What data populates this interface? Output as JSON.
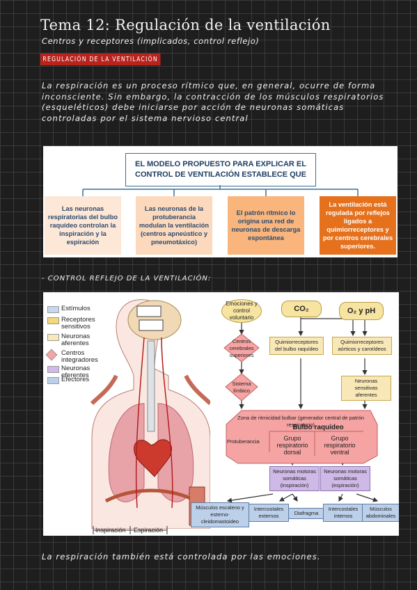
{
  "title": "Tema 12: Regulación de la ventilación",
  "subtitle": "Centros y receptores (implicados, control reflejo)",
  "section1": "REGULACIÓN DE LA VENTILACIÓN",
  "paragraph1": "La respiración es un proceso rítmico que, en general, ocurre de forma inconsciente. Sin embargo, la contracción de los músculos respiratorios (esqueléticos) debe iniciarse por acción de neuronas somáticas controladas por el sistema nervioso central",
  "model": {
    "header": "EL MODELO PROPUESTO PARA EXPLICAR EL CONTROL DE VENTILACIÓN ESTABLECE QUE",
    "boxes": [
      {
        "text": "Las neuronas respiratorias del bulbo raquídeo controlan la inspiración y la espiración",
        "bg": "#fde7d6",
        "fg": "#2c4a6e"
      },
      {
        "text": "Las neuronas de la protuberancia modulan la ventilación (centros apneústico y pneumotáxico)",
        "bg": "#fcd9bd",
        "fg": "#2c4a6e"
      },
      {
        "text": "El patrón rítmico lo origina una red de neuronas de descarga espontánea",
        "bg": "#f9b57c",
        "fg": "#2c4a6e"
      },
      {
        "text": "La ventilación está regulada por reflejos ligados a quimiorreceptores y por centros cerebrales superiores.",
        "bg": "#e5711d",
        "fg": "#ffffff"
      }
    ],
    "colors": {
      "line": "#3a6d96"
    }
  },
  "section2": "- CONTROL REFLEJO DE LA VENTILACIÓN:",
  "figure": {
    "legend": [
      {
        "label": "Estímulos",
        "color": "#c8d8ec"
      },
      {
        "label": "Receptores sensitivos",
        "color": "#f3d778"
      },
      {
        "label": "Neuronas aferentes",
        "color": "#f8e9b8"
      },
      {
        "label": "Centros integradores",
        "color": "#f5a3a3"
      },
      {
        "label": "Neuronas eferentes",
        "color": "#cfb9e6"
      },
      {
        "label": "Efectores",
        "color": "#bcd0ea"
      }
    ],
    "stimuli": [
      "Emociones y control voluntario",
      "CO₂",
      "O₂ y pH"
    ],
    "receptors": [
      "Quimiorreceptores del bulbo raquídeo",
      "Quimiorreceptores aórticos y carotídeos"
    ],
    "centers": [
      "Centros cerebrales superiores",
      "Sistema límbico"
    ],
    "afferent": "Neuronas sensitivas aferentes",
    "zone": "Zona de ritmicidad bulbar (generador central de patrón respiratorio)",
    "bulbo": "Bulbo raquídeo",
    "protuberancia": "Protuberancia",
    "groups": [
      "Grupo respiratorio dorsal",
      "Grupo respiratorio ventral"
    ],
    "motor": [
      "Neuronas motoras somáticas (inspiración)",
      "Neuronas motoras somáticas (espiración)"
    ],
    "muscles": [
      "Músculos escaleno y esterno-cleidomastoideo",
      "Intercostales externos",
      "Diafragma",
      "Intercostales internos",
      "Músculos abdominales"
    ],
    "phases": [
      "Inspiración",
      "Espiración"
    ]
  },
  "caption": "La respiración también está controlada por las emociones."
}
